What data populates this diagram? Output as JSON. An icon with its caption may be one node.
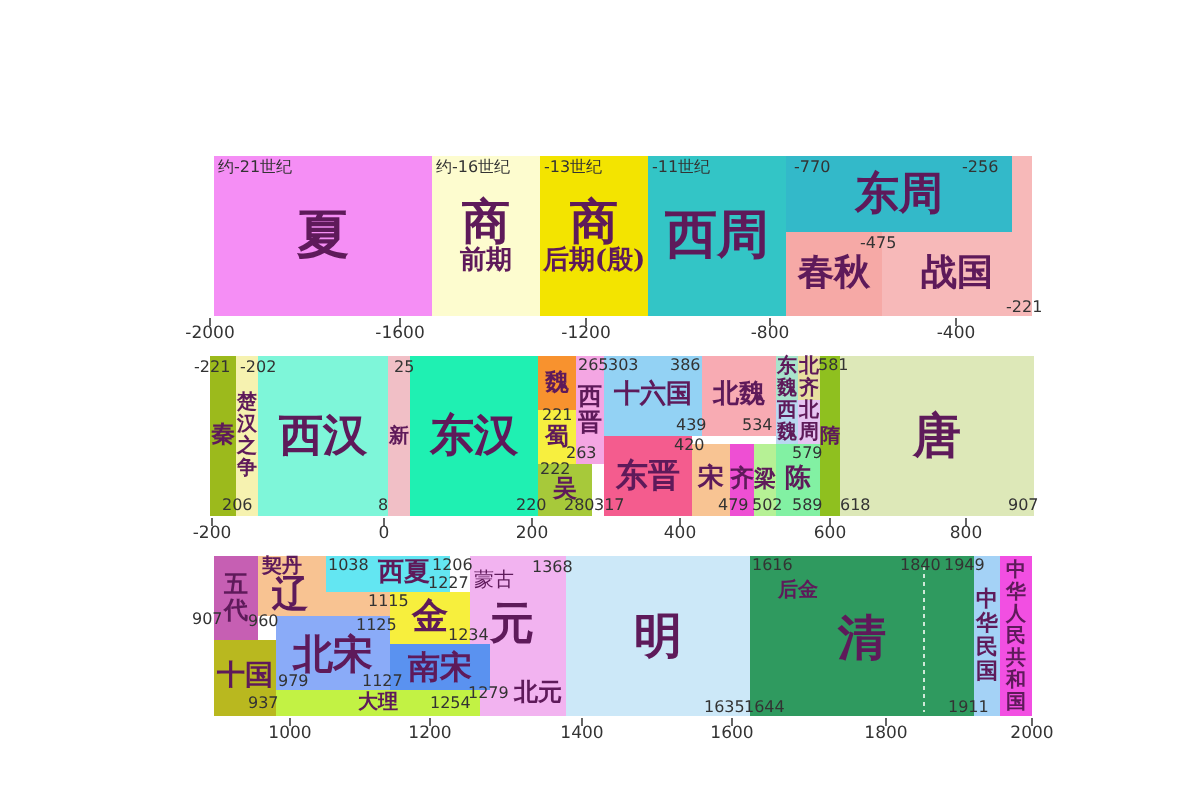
{
  "diagram": {
    "nodes": [
      {
        "text": [
          "夏"
        ]
      },
      {
        "text": [
          "商",
          "前期"
        ]
      },
      {
        "text": [
          "商",
          "后期(殷)"
        ]
      },
      {
        "text": [
          "西周"
        ]
      },
      {
        "text": [
          "东周"
        ]
      },
      {
        "text": [
          "春秋"
        ]
      },
      {
        "text": [
          "战国"
        ]
      },
      {
        "text": [
          "秦"
        ]
      },
      {
        "text": [
          "楚汉之争"
        ]
      },
      {
        "text": [
          "西汉"
        ]
      },
      {
        "text": [
          "新"
        ]
      },
      {
        "text": [
          "东汉"
        ]
      },
      {
        "text": [
          "魏"
        ]
      },
      {
        "text": [
          "蜀"
        ]
      },
      {
        "text": [
          "吴"
        ]
      },
      {
        "text": [
          "西晋"
        ]
      },
      {
        "text": [
          "十六国"
        ]
      },
      {
        "text": [
          "东晋"
        ]
      },
      {
        "text": [
          "北魏"
        ]
      },
      {
        "text": [
          "东魏"
        ]
      },
      {
        "text": [
          "西魏"
        ]
      },
      {
        "text": [
          "北齐"
        ]
      },
      {
        "text": [
          "北周"
        ]
      },
      {
        "text": [
          "宋"
        ]
      },
      {
        "text": [
          "齐"
        ]
      },
      {
        "text": [
          "梁"
        ]
      },
      {
        "text": [
          "陈"
        ]
      },
      {
        "text": [
          "隋"
        ]
      },
      {
        "text": [
          "唐"
        ]
      },
      {
        "text": [
          "五代"
        ]
      },
      {
        "text": [
          "契丹",
          "辽"
        ]
      },
      {
        "text": [
          "西夏"
        ]
      },
      {
        "text": [
          "金"
        ]
      },
      {
        "text": [
          "元",
          "北元"
        ]
      },
      {
        "text": [
          "明"
        ]
      },
      {
        "text": [
          "后金",
          "清"
        ]
      },
      {
        "text": [
          "中华民国"
        ]
      },
      {
        "text": [
          "中华人民共和国"
        ]
      },
      {
        "text": [
          "十国"
        ]
      },
      {
        "text": [
          "北宋"
        ]
      },
      {
        "text": [
          "南宋"
        ]
      },
      {
        "text": [
          "大理"
        ]
      }
    ],
    "labels": [
      "约-21世纪",
      "约-16世纪",
      "-13世纪",
      "-11世纪",
      "-770",
      "-256",
      "-475",
      "-221",
      "-2000",
      "-1600",
      "-1200",
      "-800",
      "-400",
      "-221",
      "-202",
      "25",
      "265",
      "303",
      "386",
      "581",
      "221",
      "263",
      "222",
      "439",
      "534",
      "420",
      "579",
      "206",
      "8",
      "220",
      "280",
      "317",
      "479",
      "502",
      "589",
      "618",
      "907",
      "-200",
      "0",
      "200",
      "400",
      "600",
      "800",
      "1038",
      "1206",
      "1368",
      "1616",
      "1840",
      "1949",
      "1227",
      "蒙古",
      "1115",
      "907",
      "960",
      "1125",
      "1234",
      "979",
      "1127",
      "1279",
      "937",
      "1254",
      "1635",
      "1644",
      "1911",
      "1000",
      "1200",
      "1400",
      "1600",
      "1800",
      "2000"
    ]
  }
}
